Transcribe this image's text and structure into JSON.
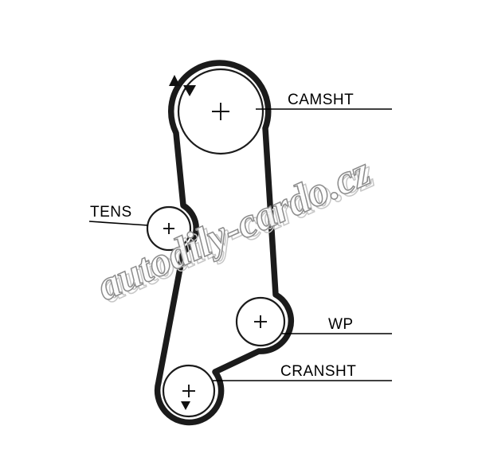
{
  "diagram": {
    "type": "timing-belt-routing-diagram",
    "labels": {
      "camshaft": "CAMSHT",
      "tensioner": "TENS",
      "water_pump": "WP",
      "crankshaft": "CRANSHT"
    },
    "watermark": "autodily-cardo.cz",
    "icons": {
      "pulley_center_mark": "plus-cross",
      "cam_timing_mark_upper": "triangle-up",
      "cam_timing_mark_lower": "triangle-down",
      "crank_timing_mark": "triangle-down"
    },
    "colors": {
      "background": "#ffffff",
      "belt": "#1b1b1b",
      "pulley_outline": "#1b1b1b",
      "pulley_fill": "#ffffff",
      "label_text": "#000000",
      "leader_line": "#000000",
      "watermark_fill": "#ffffff",
      "watermark_outline": "#8b8b8b"
    }
  }
}
